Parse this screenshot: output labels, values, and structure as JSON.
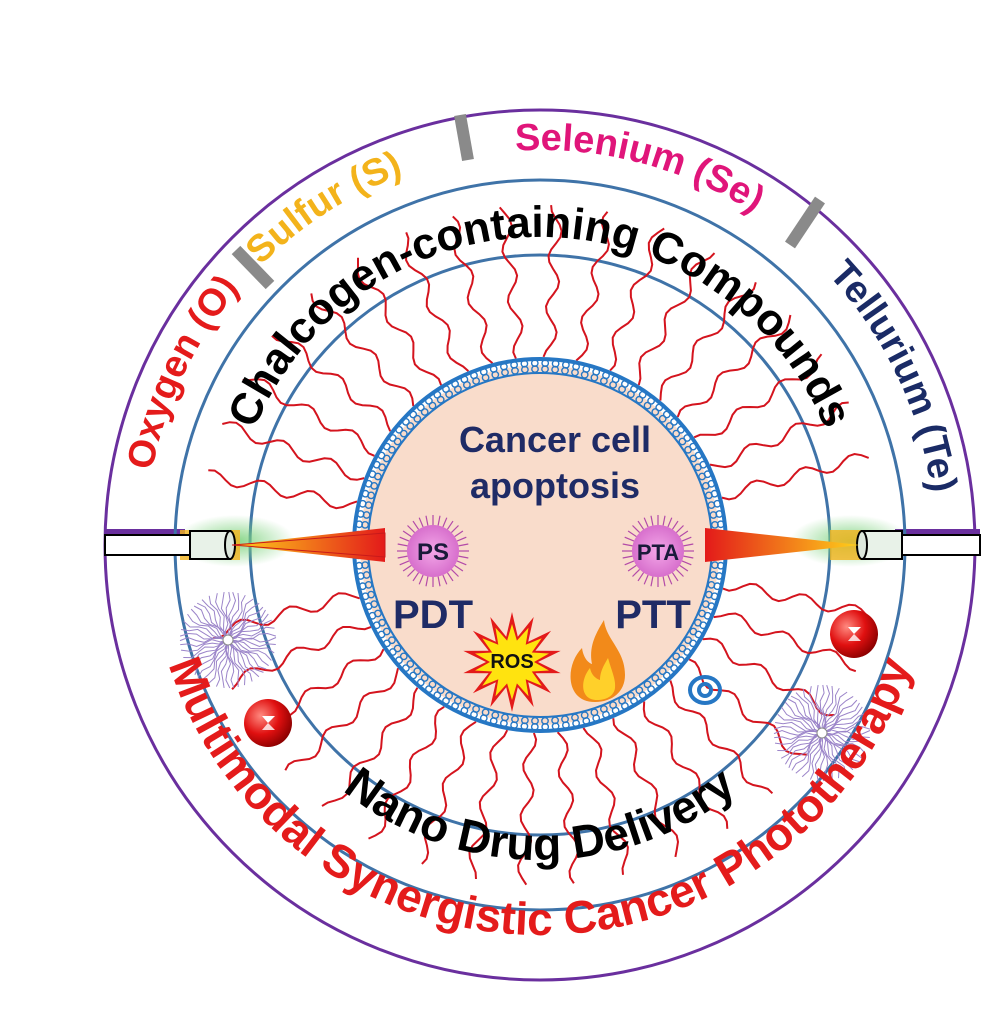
{
  "ring_labels": {
    "oxygen": "Oxygen (O)",
    "sulfur": "Sulfur (S)",
    "selenium": "Selenium (Se)",
    "tellurium": "Tellurium (Te)",
    "chalcogen": "Chalcogen-containing Compounds",
    "nano": "Nano Drug Delivery",
    "multimodal": "Multimodal Synergistic Cancer Phototherapy"
  },
  "center": {
    "line1": "Cancer cell",
    "line2": "apoptosis",
    "ps": "PS",
    "pta": "PTA",
    "pdt": "PDT",
    "ptt": "PTT",
    "ros": "ROS"
  },
  "colors": {
    "outer_ring": "#6a2f9e",
    "inner_rings": "#3f73a8",
    "oxygen": "#e41b1b",
    "sulfur": "#f3b31b",
    "selenium": "#e0157a",
    "tellurium": "#1a2b66",
    "multimodal": "#e41b1b",
    "center_fill": "#f9dccb",
    "membrane": "#2677c4",
    "cancer_text": "#1f2b66"
  },
  "icons": [
    "laser-fiber-icon",
    "flame-icon",
    "ros-burst-icon",
    "nanoparticle-icon",
    "micelle-icon"
  ]
}
